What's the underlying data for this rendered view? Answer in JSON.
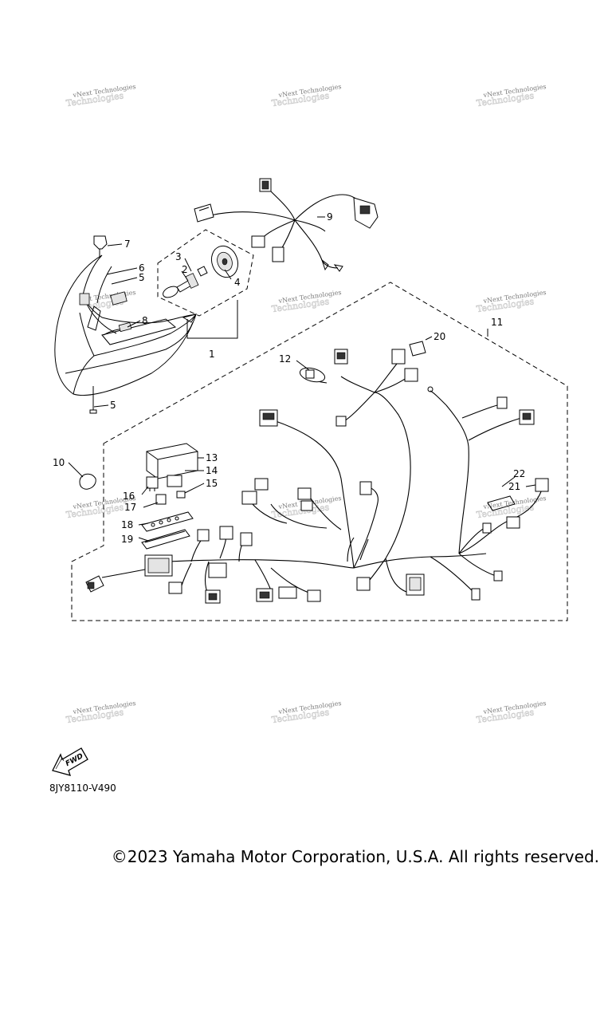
{
  "watermark": {
    "text": "vNext Technologies"
  },
  "callouts": [
    "1",
    "2",
    "3",
    "4",
    "5",
    "5",
    "6",
    "7",
    "8",
    "9",
    "10",
    "11",
    "12",
    "13",
    "14",
    "15",
    "16",
    "17",
    "18",
    "19",
    "20",
    "21",
    "22"
  ],
  "fwd_badge": "FWD",
  "part_code": "8JY8110-V490",
  "copyright": "©2023 Yamaha Motor Corporation, U.S.A. All rights reserved."
}
